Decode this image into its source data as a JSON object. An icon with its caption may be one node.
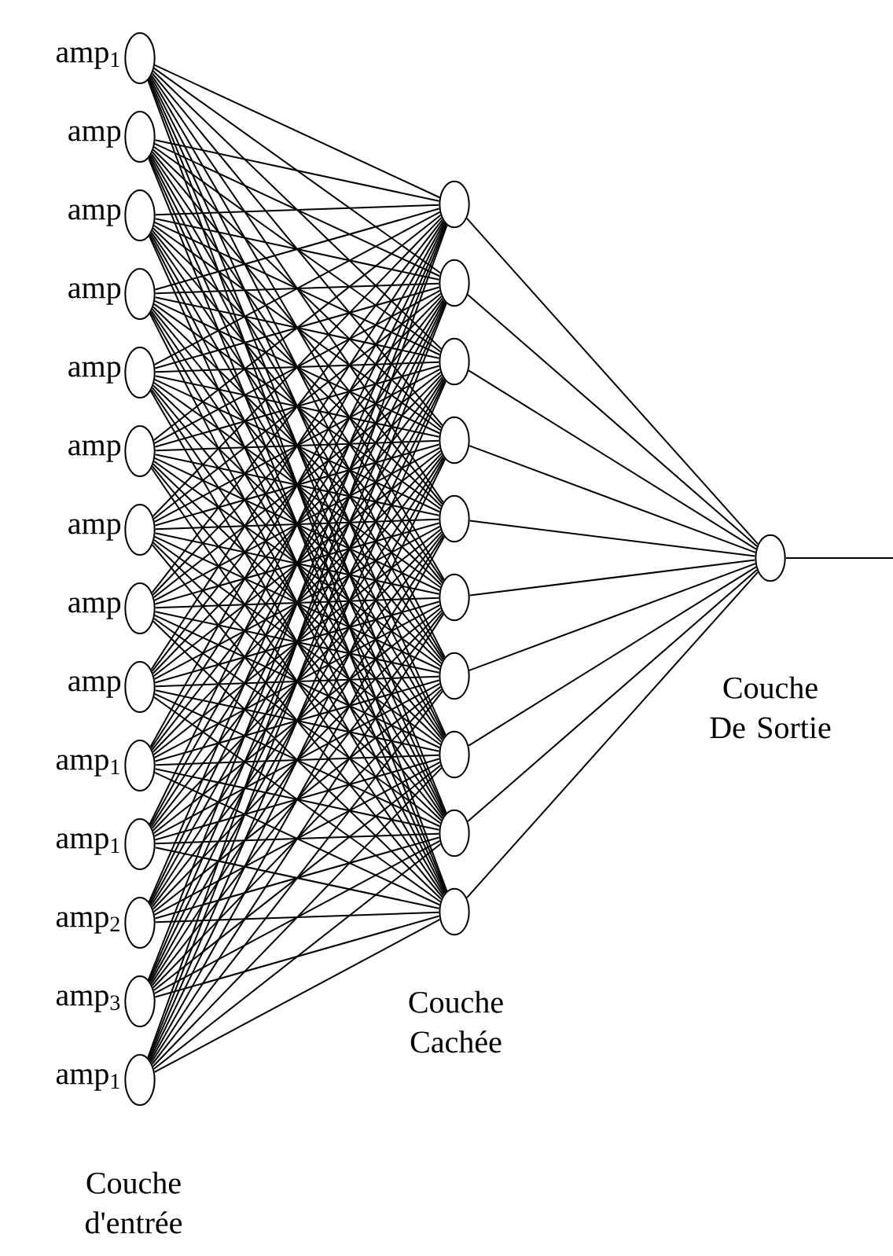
{
  "diagram": {
    "nodes": [
      {
        "text": [],
        "shape": "circle",
        "beside": [
          "amp$_{1}$"
        ]
      },
      {
        "text": [],
        "shape": "circle",
        "beside": [
          "amp"
        ]
      },
      {
        "text": [],
        "shape": "circle",
        "beside": [
          "amp"
        ]
      },
      {
        "text": [],
        "shape": "circle",
        "beside": [
          "amp"
        ]
      },
      {
        "text": [],
        "shape": "circle",
        "beside": [
          "amp"
        ]
      },
      {
        "text": [],
        "shape": "circle",
        "beside": [
          "amp"
        ]
      },
      {
        "text": [],
        "shape": "circle",
        "beside": [
          "amp"
        ]
      },
      {
        "text": [],
        "shape": "circle",
        "beside": [
          "amp"
        ]
      },
      {
        "text": [],
        "shape": "circle",
        "beside": [
          "amp"
        ]
      },
      {
        "text": [],
        "shape": "circle",
        "beside": [
          "amp$_{1}$"
        ]
      },
      {
        "text": [],
        "shape": "circle",
        "beside": [
          "amp$_{1}$"
        ]
      },
      {
        "text": [],
        "shape": "circle",
        "beside": [
          "amp$_{2}$"
        ]
      },
      {
        "text": [],
        "shape": "circle",
        "beside": [
          "amp$_{3}$"
        ]
      },
      {
        "text": [],
        "shape": "circle",
        "beside": [
          "amp$_{1}$"
        ]
      },
      {
        "text": [],
        "shape": "circle"
      },
      {
        "text": [],
        "shape": "circle"
      },
      {
        "text": [],
        "shape": "circle"
      },
      {
        "text": [],
        "shape": "circle"
      },
      {
        "text": [],
        "shape": "circle"
      },
      {
        "text": [],
        "shape": "circle"
      },
      {
        "text": [],
        "shape": "circle"
      },
      {
        "text": [],
        "shape": "circle"
      },
      {
        "text": [],
        "shape": "circle"
      },
      {
        "text": [],
        "shape": "circle"
      },
      {
        "text": [],
        "shape": "circle"
      }
    ],
    "edges": [
      {
        "from": 0,
        "to": 14,
        "arrow": "none"
      },
      {
        "from": 0,
        "to": 15,
        "arrow": "none"
      },
      {
        "from": 0,
        "to": 16,
        "arrow": "none"
      },
      {
        "from": 0,
        "to": 17,
        "arrow": "none"
      },
      {
        "from": 0,
        "to": 18,
        "arrow": "none"
      },
      {
        "from": 0,
        "to": 19,
        "arrow": "none"
      },
      {
        "from": 0,
        "to": 20,
        "arrow": "none"
      },
      {
        "from": 0,
        "to": 21,
        "arrow": "none"
      },
      {
        "from": 0,
        "to": 22,
        "arrow": "none"
      },
      {
        "from": 0,
        "to": 23,
        "arrow": "none"
      },
      {
        "from": 1,
        "to": 14,
        "arrow": "none"
      },
      {
        "from": 1,
        "to": 15,
        "arrow": "none"
      },
      {
        "from": 1,
        "to": 16,
        "arrow": "none"
      },
      {
        "from": 1,
        "to": 17,
        "arrow": "none"
      },
      {
        "from": 1,
        "to": 18,
        "arrow": "none"
      },
      {
        "from": 1,
        "to": 19,
        "arrow": "none"
      },
      {
        "from": 1,
        "to": 20,
        "arrow": "none"
      },
      {
        "from": 1,
        "to": 21,
        "arrow": "none"
      },
      {
        "from": 1,
        "to": 22,
        "arrow": "none"
      },
      {
        "from": 1,
        "to": 23,
        "arrow": "none"
      },
      {
        "from": 2,
        "to": 14,
        "arrow": "none"
      },
      {
        "from": 2,
        "to": 15,
        "arrow": "none"
      },
      {
        "from": 2,
        "to": 16,
        "arrow": "none"
      },
      {
        "from": 2,
        "to": 17,
        "arrow": "none"
      },
      {
        "from": 2,
        "to": 18,
        "arrow": "none"
      },
      {
        "from": 2,
        "to": 19,
        "arrow": "none"
      },
      {
        "from": 2,
        "to": 20,
        "arrow": "none"
      },
      {
        "from": 2,
        "to": 21,
        "arrow": "none"
      },
      {
        "from": 2,
        "to": 22,
        "arrow": "none"
      },
      {
        "from": 2,
        "to": 23,
        "arrow": "none"
      },
      {
        "from": 3,
        "to": 14,
        "arrow": "none"
      },
      {
        "from": 3,
        "to": 15,
        "arrow": "none"
      },
      {
        "from": 3,
        "to": 16,
        "arrow": "none"
      },
      {
        "from": 3,
        "to": 17,
        "arrow": "none"
      },
      {
        "from": 3,
        "to": 18,
        "arrow": "none"
      },
      {
        "from": 3,
        "to": 19,
        "arrow": "none"
      },
      {
        "from": 3,
        "to": 20,
        "arrow": "none"
      },
      {
        "from": 3,
        "to": 21,
        "arrow": "none"
      },
      {
        "from": 3,
        "to": 22,
        "arrow": "none"
      },
      {
        "from": 3,
        "to": 23,
        "arrow": "none"
      },
      {
        "from": 4,
        "to": 14,
        "arrow": "none"
      },
      {
        "from": 4,
        "to": 15,
        "arrow": "none"
      },
      {
        "from": 4,
        "to": 16,
        "arrow": "none"
      },
      {
        "from": 4,
        "to": 17,
        "arrow": "none"
      },
      {
        "from": 4,
        "to": 18,
        "arrow": "none"
      },
      {
        "from": 4,
        "to": 19,
        "arrow": "none"
      },
      {
        "from": 4,
        "to": 20,
        "arrow": "none"
      },
      {
        "from": 4,
        "to": 21,
        "arrow": "none"
      },
      {
        "from": 4,
        "to": 22,
        "arrow": "none"
      },
      {
        "from": 4,
        "to": 23,
        "arrow": "none"
      },
      {
        "from": 5,
        "to": 14,
        "arrow": "none"
      },
      {
        "from": 5,
        "to": 15,
        "arrow": "none"
      },
      {
        "from": 5,
        "to": 16,
        "arrow": "none"
      },
      {
        "from": 5,
        "to": 17,
        "arrow": "none"
      },
      {
        "from": 5,
        "to": 18,
        "arrow": "none"
      },
      {
        "from": 5,
        "to": 19,
        "arrow": "none"
      },
      {
        "from": 5,
        "to": 20,
        "arrow": "none"
      },
      {
        "from": 5,
        "to": 21,
        "arrow": "none"
      },
      {
        "from": 5,
        "to": 22,
        "arrow": "none"
      },
      {
        "from": 5,
        "to": 23,
        "arrow": "none"
      },
      {
        "from": 6,
        "to": 14,
        "arrow": "none"
      },
      {
        "from": 6,
        "to": 15,
        "arrow": "none"
      },
      {
        "from": 6,
        "to": 16,
        "arrow": "none"
      },
      {
        "from": 6,
        "to": 17,
        "arrow": "none"
      },
      {
        "from": 6,
        "to": 18,
        "arrow": "none"
      },
      {
        "from": 6,
        "to": 19,
        "arrow": "none"
      },
      {
        "from": 6,
        "to": 20,
        "arrow": "none"
      },
      {
        "from": 6,
        "to": 21,
        "arrow": "none"
      },
      {
        "from": 6,
        "to": 22,
        "arrow": "none"
      },
      {
        "from": 6,
        "to": 23,
        "arrow": "none"
      },
      {
        "from": 7,
        "to": 14,
        "arrow": "none"
      },
      {
        "from": 7,
        "to": 15,
        "arrow": "none"
      },
      {
        "from": 7,
        "to": 16,
        "arrow": "none"
      },
      {
        "from": 7,
        "to": 17,
        "arrow": "none"
      },
      {
        "from": 7,
        "to": 18,
        "arrow": "none"
      },
      {
        "from": 7,
        "to": 19,
        "arrow": "none"
      },
      {
        "from": 7,
        "to": 20,
        "arrow": "none"
      },
      {
        "from": 7,
        "to": 21,
        "arrow": "none"
      },
      {
        "from": 7,
        "to": 22,
        "arrow": "none"
      },
      {
        "from": 7,
        "to": 23,
        "arrow": "none"
      },
      {
        "from": 8,
        "to": 14,
        "arrow": "none"
      },
      {
        "from": 8,
        "to": 15,
        "arrow": "none"
      },
      {
        "from": 8,
        "to": 16,
        "arrow": "none"
      },
      {
        "from": 8,
        "to": 17,
        "arrow": "none"
      },
      {
        "from": 8,
        "to": 18,
        "arrow": "none"
      },
      {
        "from": 8,
        "to": 19,
        "arrow": "none"
      },
      {
        "from": 8,
        "to": 20,
        "arrow": "none"
      },
      {
        "from": 8,
        "to": 21,
        "arrow": "none"
      },
      {
        "from": 8,
        "to": 22,
        "arrow": "none"
      },
      {
        "from": 8,
        "to": 23,
        "arrow": "none"
      },
      {
        "from": 9,
        "to": 14,
        "arrow": "none"
      },
      {
        "from": 9,
        "to": 15,
        "arrow": "none"
      },
      {
        "from": 9,
        "to": 16,
        "arrow": "none"
      },
      {
        "from": 9,
        "to": 17,
        "arrow": "none"
      },
      {
        "from": 9,
        "to": 18,
        "arrow": "none"
      },
      {
        "from": 9,
        "to": 19,
        "arrow": "none"
      },
      {
        "from": 9,
        "to": 20,
        "arrow": "none"
      },
      {
        "from": 9,
        "to": 21,
        "arrow": "none"
      },
      {
        "from": 9,
        "to": 22,
        "arrow": "none"
      },
      {
        "from": 9,
        "to": 23,
        "arrow": "none"
      },
      {
        "from": 10,
        "to": 14,
        "arrow": "none"
      },
      {
        "from": 10,
        "to": 15,
        "arrow": "none"
      },
      {
        "from": 10,
        "to": 16,
        "arrow": "none"
      },
      {
        "from": 10,
        "to": 17,
        "arrow": "none"
      },
      {
        "from": 10,
        "to": 18,
        "arrow": "none"
      },
      {
        "from": 10,
        "to": 19,
        "arrow": "none"
      },
      {
        "from": 10,
        "to": 20,
        "arrow": "none"
      },
      {
        "from": 10,
        "to": 21,
        "arrow": "none"
      },
      {
        "from": 10,
        "to": 22,
        "arrow": "none"
      },
      {
        "from": 10,
        "to": 23,
        "arrow": "none"
      },
      {
        "from": 11,
        "to": 14,
        "arrow": "none"
      },
      {
        "from": 11,
        "to": 15,
        "arrow": "none"
      },
      {
        "from": 11,
        "to": 16,
        "arrow": "none"
      },
      {
        "from": 11,
        "to": 17,
        "arrow": "none"
      },
      {
        "from": 11,
        "to": 18,
        "arrow": "none"
      },
      {
        "from": 11,
        "to": 19,
        "arrow": "none"
      },
      {
        "from": 11,
        "to": 20,
        "arrow": "none"
      },
      {
        "from": 11,
        "to": 21,
        "arrow": "none"
      },
      {
        "from": 11,
        "to": 22,
        "arrow": "none"
      },
      {
        "from": 11,
        "to": 23,
        "arrow": "none"
      },
      {
        "from": 12,
        "to": 14,
        "arrow": "none"
      },
      {
        "from": 12,
        "to": 15,
        "arrow": "none"
      },
      {
        "from": 12,
        "to": 16,
        "arrow": "none"
      },
      {
        "from": 12,
        "to": 17,
        "arrow": "none"
      },
      {
        "from": 12,
        "to": 18,
        "arrow": "none"
      },
      {
        "from": 12,
        "to": 19,
        "arrow": "none"
      },
      {
        "from": 12,
        "to": 20,
        "arrow": "none"
      },
      {
        "from": 12,
        "to": 21,
        "arrow": "none"
      },
      {
        "from": 12,
        "to": 22,
        "arrow": "none"
      },
      {
        "from": 12,
        "to": 23,
        "arrow": "none"
      },
      {
        "from": 13,
        "to": 14,
        "arrow": "none"
      },
      {
        "from": 13,
        "to": 15,
        "arrow": "none"
      },
      {
        "from": 13,
        "to": 16,
        "arrow": "none"
      },
      {
        "from": 13,
        "to": 17,
        "arrow": "none"
      },
      {
        "from": 13,
        "to": 18,
        "arrow": "none"
      },
      {
        "from": 13,
        "to": 19,
        "arrow": "none"
      },
      {
        "from": 13,
        "to": 20,
        "arrow": "none"
      },
      {
        "from": 13,
        "to": 21,
        "arrow": "none"
      },
      {
        "from": 13,
        "to": 22,
        "arrow": "none"
      },
      {
        "from": 13,
        "to": 23,
        "arrow": "none"
      },
      {
        "from": 14,
        "to": 24,
        "arrow": "none"
      },
      {
        "from": 15,
        "to": 24,
        "arrow": "none"
      },
      {
        "from": 16,
        "to": 24,
        "arrow": "none"
      },
      {
        "from": 17,
        "to": 24,
        "arrow": "none"
      },
      {
        "from": 18,
        "to": 24,
        "arrow": "none"
      },
      {
        "from": 19,
        "to": 24,
        "arrow": "none"
      },
      {
        "from": 20,
        "to": 24,
        "arrow": "none"
      },
      {
        "from": 21,
        "to": 24,
        "arrow": "none"
      },
      {
        "from": 22,
        "to": 24,
        "arrow": "none"
      },
      {
        "from": 23,
        "to": 24,
        "arrow": "none"
      },
      {
        "from": 24,
        "to": null,
        "arrow": "none"
      }
    ],
    "labels": [
      "Couche Cachée",
      "Couche De Sortie",
      "Couche d'entrée"
    ]
  }
}
